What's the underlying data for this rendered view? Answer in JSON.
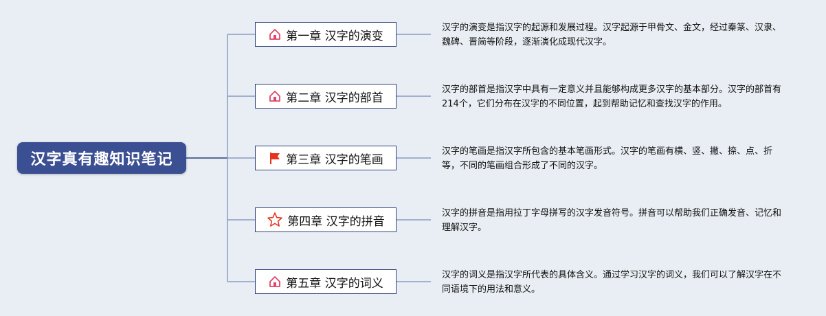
{
  "root": {
    "title": "汉字真有趣知识笔记"
  },
  "chapters": [
    {
      "title": "第一章 汉字的演变",
      "icon": "home-icon",
      "icon_color": "#e0446a",
      "description": "汉字的演变是指汉字的起源和发展过程。汉字起源于甲骨文、金文，经过秦篆、汉隶、魏碑、晋简等阶段，逐渐演化成现代汉字。"
    },
    {
      "title": "第二章 汉字的部首",
      "icon": "home-icon",
      "icon_color": "#e0446a",
      "description": "汉字的部首是指汉字中具有一定意义并且能够构成更多汉字的基本部分。汉字的部首有214个，它们分布在汉字的不同位置，起到帮助记忆和查找汉字的作用。"
    },
    {
      "title": "第三章 汉字的笔画",
      "icon": "flag-icon",
      "icon_color": "#e8321e",
      "description": "汉字的笔画是指汉字所包含的基本笔画形式。汉字的笔画有横、竖、撇、捺、点、折等，不同的笔画组合形成了不同的汉字。"
    },
    {
      "title": "第四章 汉字的拼音",
      "icon": "star-icon",
      "icon_color": "#e8321e",
      "description": "汉字的拼音是指用拉丁字母拼写的汉字发音符号。拼音可以帮助我们正确发音、记忆和理解汉字。"
    },
    {
      "title": "第五章 汉字的词义",
      "icon": "home-icon",
      "icon_color": "#e0446a",
      "description": "汉字的词义是指汉字所代表的具体含义。通过学习汉字的词义，我们可以了解汉字在不同语境下的用法和意义。"
    }
  ],
  "colors": {
    "root_bg": "#3b4f93",
    "node_border": "#2e3f77",
    "connector": "#8a9bc4",
    "background": "#e8eef3"
  }
}
